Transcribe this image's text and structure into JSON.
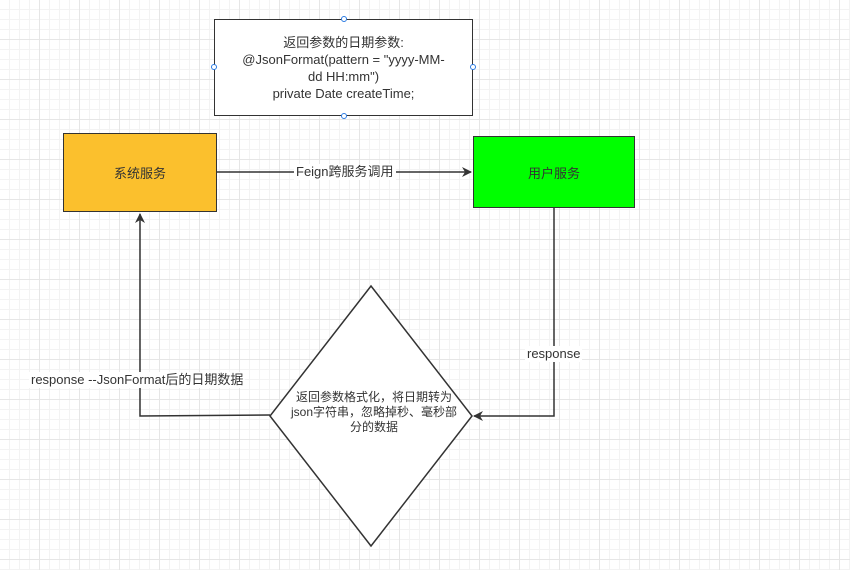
{
  "note": {
    "line1": "返回参数的日期参数:",
    "line2": "@JsonFormat(pattern = \"yyyy-MM-",
    "line3": "dd HH:mm\")",
    "line4": "private Date createTime;"
  },
  "system_service": {
    "label": "系统服务",
    "color": "#fbc02d"
  },
  "user_service": {
    "label": "用户服务",
    "color": "#00ff00"
  },
  "edges": {
    "feign_call": "Feign跨服务调用",
    "response_right": "response",
    "response_left": "response --JsonFormat后的日期数据"
  },
  "decision": {
    "line1": "返回参数格式化，将日期转为",
    "line2": "json字符串，忽略掉秒、毫秒部",
    "line3": "分的数据"
  }
}
